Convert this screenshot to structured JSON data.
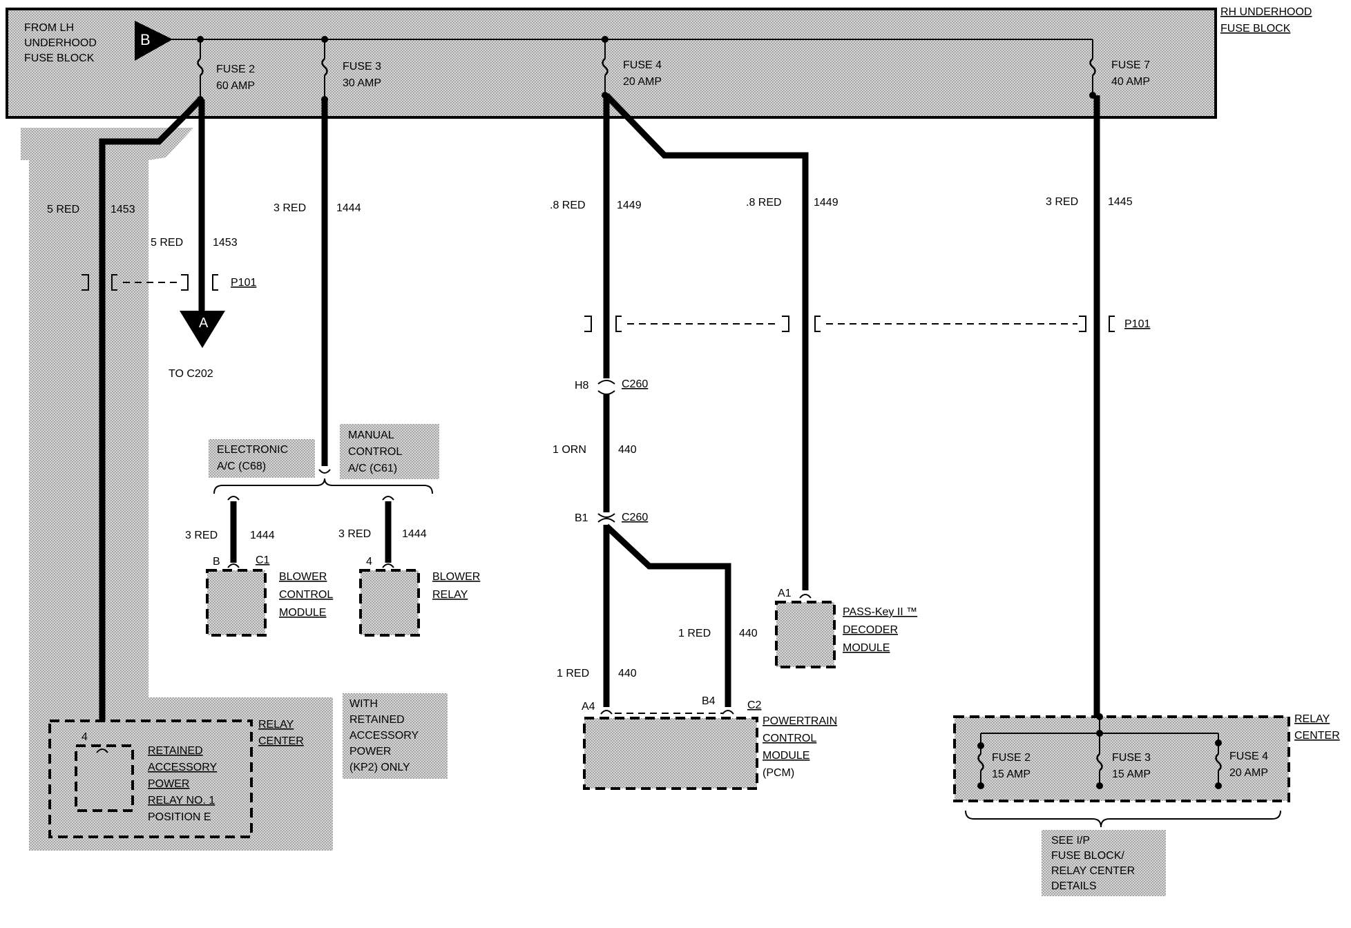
{
  "rh_fuse_block": {
    "line1": "RH UNDERHOOD",
    "line2": "FUSE BLOCK"
  },
  "from_block": {
    "line1": "FROM LH",
    "line2": "UNDERHOOD",
    "line3": "FUSE BLOCK",
    "connector": "B"
  },
  "fuses": [
    {
      "name": "FUSE 2",
      "rating": "60 AMP"
    },
    {
      "name": "FUSE 3",
      "rating": "30 AMP"
    },
    {
      "name": "FUSE 4",
      "rating": "20 AMP"
    },
    {
      "name": "FUSE 7",
      "rating": "40 AMP"
    }
  ],
  "wires": {
    "w1": {
      "gauge": "5 RED",
      "circuit": "1453"
    },
    "w2": {
      "gauge": "5 RED",
      "circuit": "1453"
    },
    "w3": {
      "gauge": "3 RED",
      "circuit": "1444"
    },
    "w4": {
      "gauge": ".8 RED",
      "circuit": "1449"
    },
    "w5": {
      "gauge": ".8 RED",
      "circuit": "1449"
    },
    "w6": {
      "gauge": "3 RED",
      "circuit": "1445"
    },
    "w7": {
      "gauge": "1 ORN",
      "circuit": "440"
    },
    "w8": {
      "gauge": "3 RED",
      "circuit": "1444"
    },
    "w9": {
      "gauge": "3 RED",
      "circuit": "1444"
    },
    "w10": {
      "gauge": "1 RED",
      "circuit": "440"
    },
    "w11": {
      "gauge": "1 RED",
      "circuit": "440"
    }
  },
  "connectors": {
    "p101_left": "P101",
    "p101_right": "P101",
    "a_terminal": "A",
    "to_c202": "TO C202",
    "h8": "H8",
    "c260_top": "C260",
    "b1": "B1",
    "c260_bottom": "C260",
    "b_pin": "B",
    "c1": "C1",
    "pin4_relay": "4",
    "a1": "A1",
    "a4": "A4",
    "b4": "B4",
    "c2": "C2",
    "pin4_rap": "4"
  },
  "option_labels": {
    "electronic": {
      "line1": "ELECTRONIC",
      "line2": "A/C (C68)"
    },
    "manual": {
      "line1": "MANUAL",
      "line2": "CONTROL",
      "line3": "A/C (C61)"
    },
    "with_rap": {
      "line1": "WITH",
      "line2": "RETAINED",
      "line3": "ACCESSORY",
      "line4": "POWER",
      "line5": "(KP2) ONLY"
    }
  },
  "components": {
    "blower_control_module": {
      "line1": "BLOWER",
      "line2": "CONTROL",
      "line3": "MODULE"
    },
    "blower_relay": {
      "line1": "BLOWER",
      "line2": "RELAY"
    },
    "pass_key": {
      "line1": "PASS-Key II ™",
      "line2": "DECODER",
      "line3": "MODULE"
    },
    "pcm": {
      "line1": "POWERTRAIN",
      "line2": "CONTROL",
      "line3": "MODULE",
      "line4": "(PCM)"
    },
    "relay_center_left": {
      "line1": "RELAY",
      "line2": "CENTER"
    },
    "rap_relay": {
      "line1": "RETAINED",
      "line2": "ACCESSORY",
      "line3": "POWER",
      "line4": "RELAY NO. 1",
      "line5": "POSITION E"
    },
    "relay_center_right": {
      "line1": "RELAY",
      "line2": "CENTER"
    }
  },
  "relay_center_fuses": [
    {
      "name": "FUSE 2",
      "rating": "15 AMP"
    },
    {
      "name": "FUSE 3",
      "rating": "15 AMP"
    },
    {
      "name": "FUSE 4",
      "rating": "20 AMP"
    }
  ],
  "see_details": {
    "line1": "SEE I/P",
    "line2": "FUSE BLOCK/",
    "line3": "RELAY CENTER",
    "line4": "DETAILS"
  }
}
